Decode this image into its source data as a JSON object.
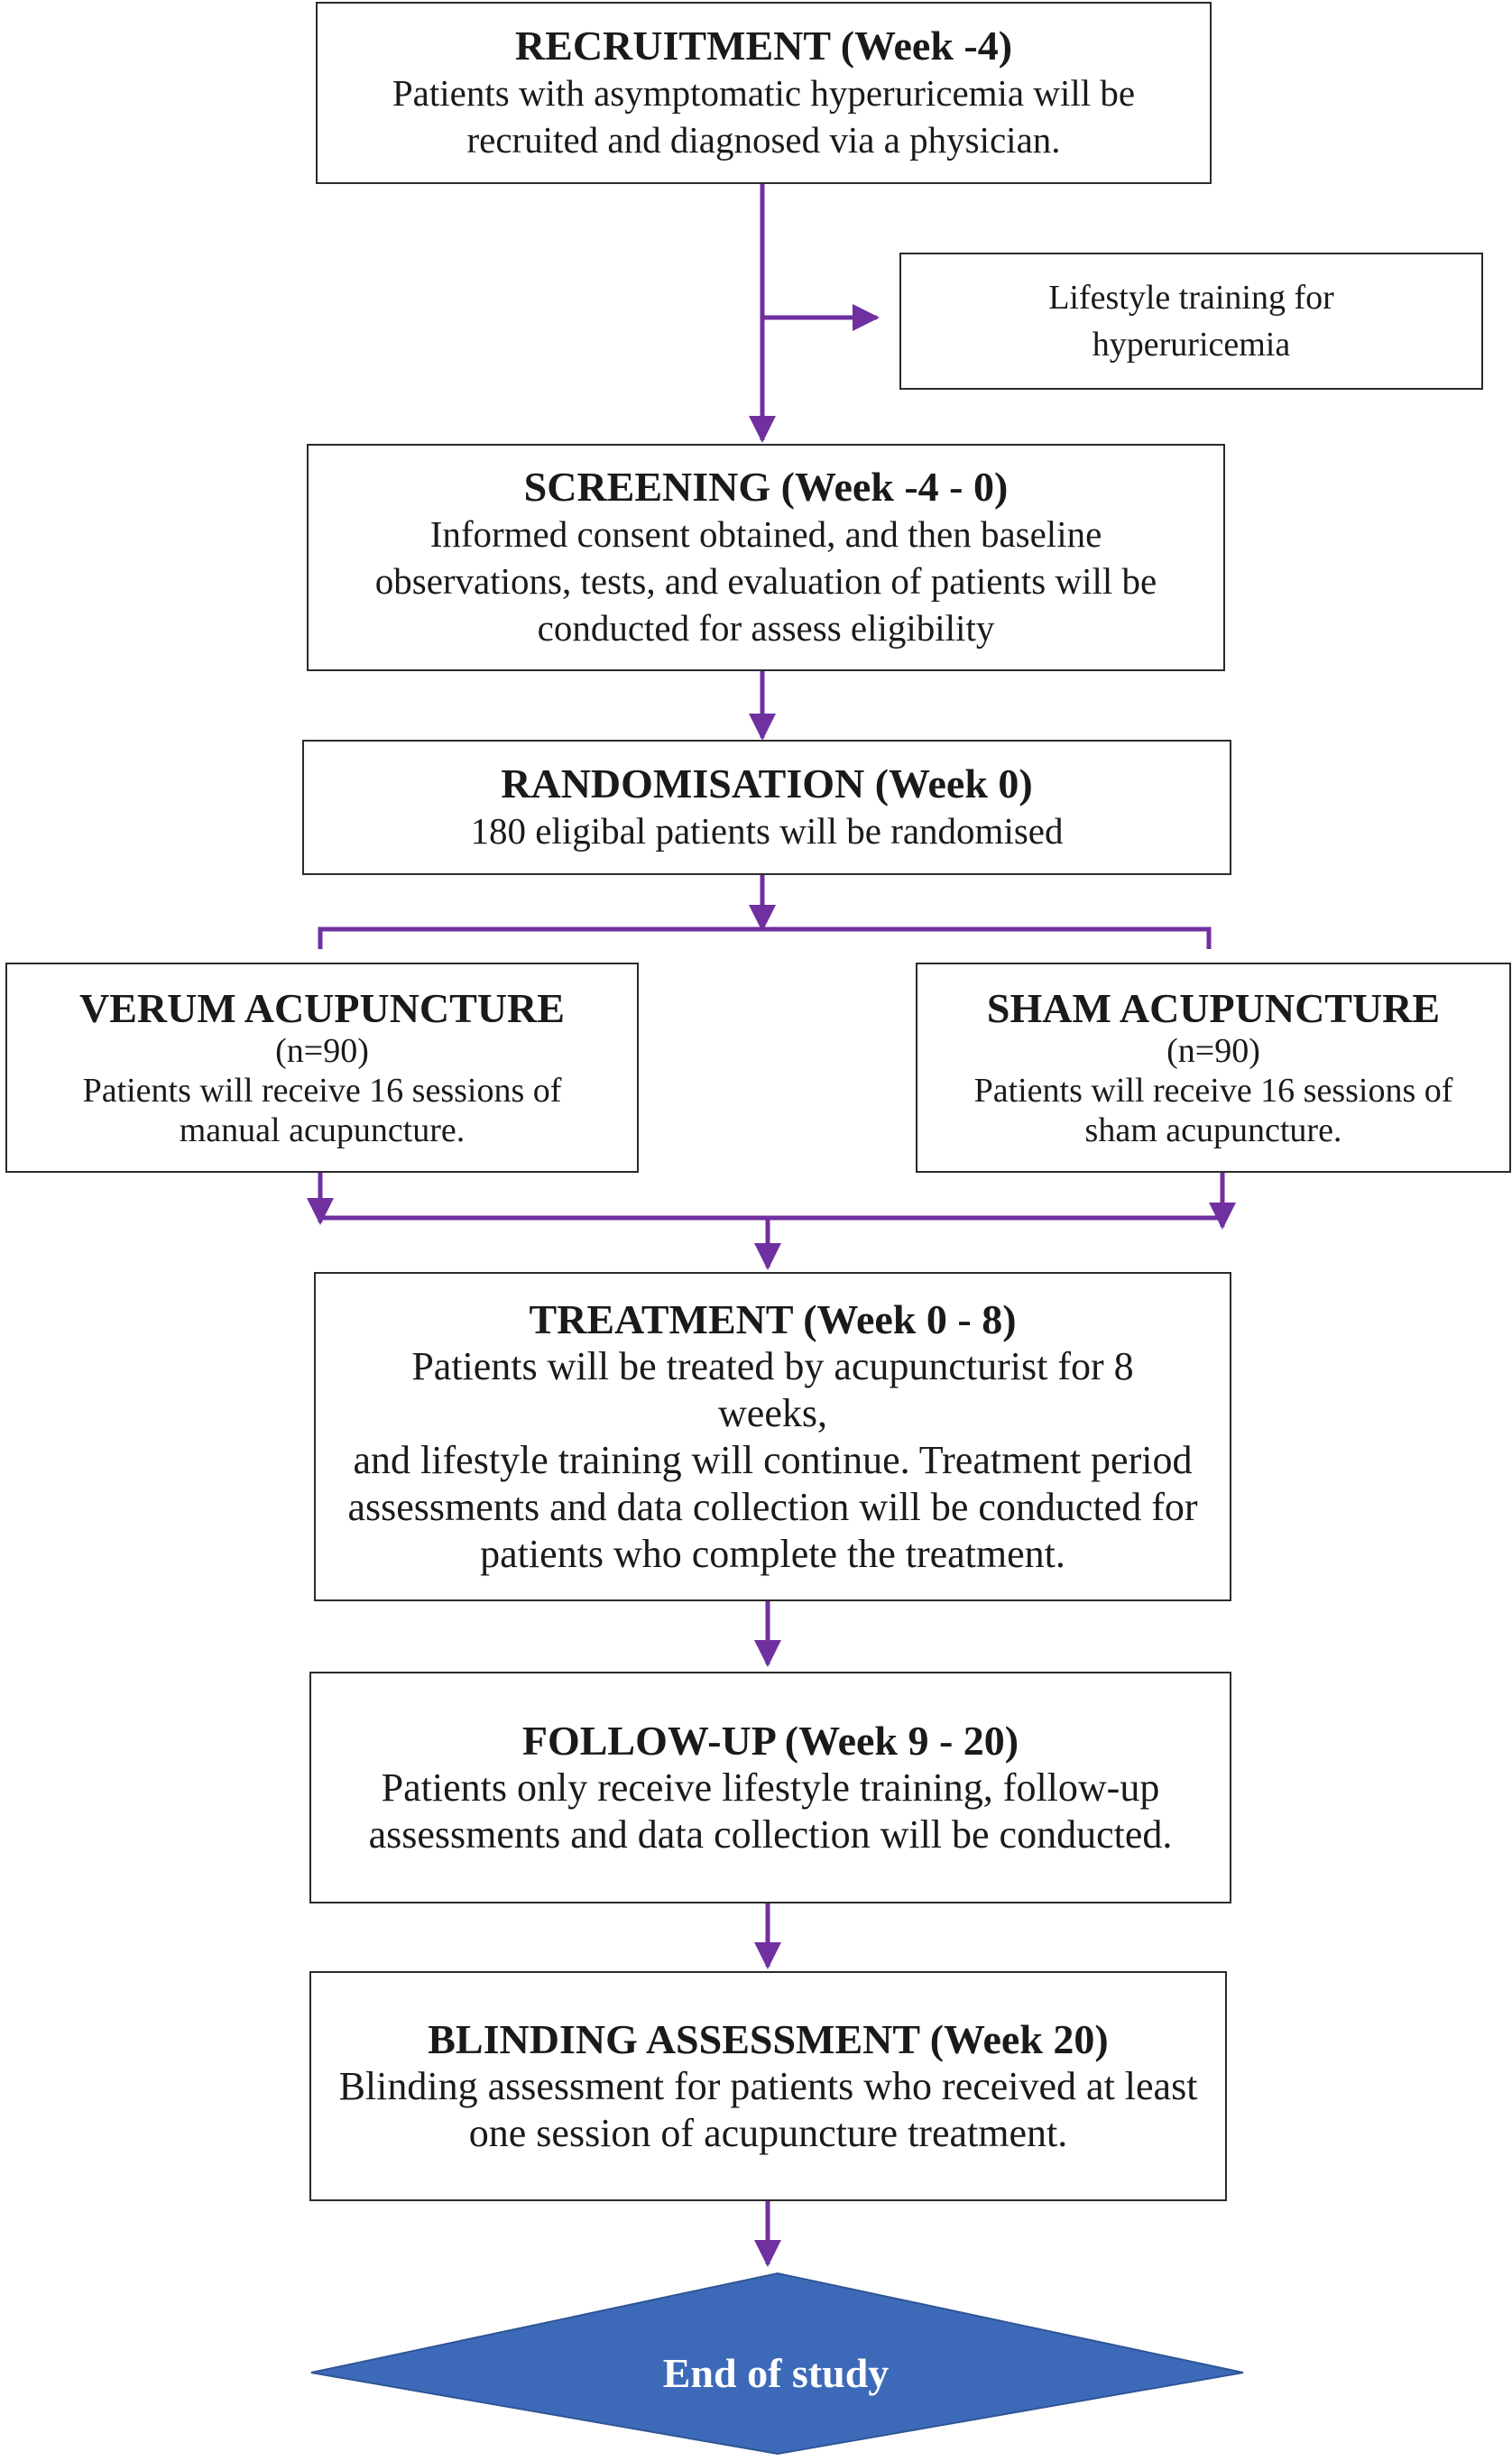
{
  "colors": {
    "connector": "#7030A0",
    "end_fill": "#3D6AB8",
    "border": "#2B2B2B"
  },
  "recruitment": {
    "title": "RECRUITMENT (Week -4)",
    "body": "Patients with asymptomatic hyperuricemia will be recruited and diagnosed via a physician."
  },
  "lifestyle": {
    "body": "Lifestyle training for hyperuricemia"
  },
  "screening": {
    "title": "SCREENING (Week -4 - 0)",
    "body": "Informed consent obtained, and then baseline observations, tests, and evaluation of patients will be conducted for assess eligibility"
  },
  "randomisation": {
    "title": "RANDOMISATION (Week 0)",
    "body": "180 eligibal patients will be randomised"
  },
  "verum": {
    "title": "VERUM ACUPUNCTURE",
    "n": "(n=90)",
    "body": "Patients will receive 16 sessions of manual acupuncture."
  },
  "sham": {
    "title": "SHAM ACUPUNCTURE",
    "n": "(n=90)",
    "body": "Patients will receive 16 sessions of sham acupuncture."
  },
  "treatment": {
    "title": "TREATMENT (Week 0 - 8)",
    "body_small": "Patients will be treated by acupuncturist for 8 weeks,",
    "body": "and lifestyle training will continue. Treatment period assessments and data collection will be conducted for patients who complete the treatment."
  },
  "followup": {
    "title": "FOLLOW-UP (Week 9 - 20)",
    "body": "Patients only receive lifestyle training, follow-up assessments and data collection will be conducted."
  },
  "blinding": {
    "title": "BLINDING ASSESSMENT (Week 20)",
    "body": "Blinding assessment for patients who received at least one session of acupuncture treatment."
  },
  "end": {
    "label": "End of study"
  }
}
